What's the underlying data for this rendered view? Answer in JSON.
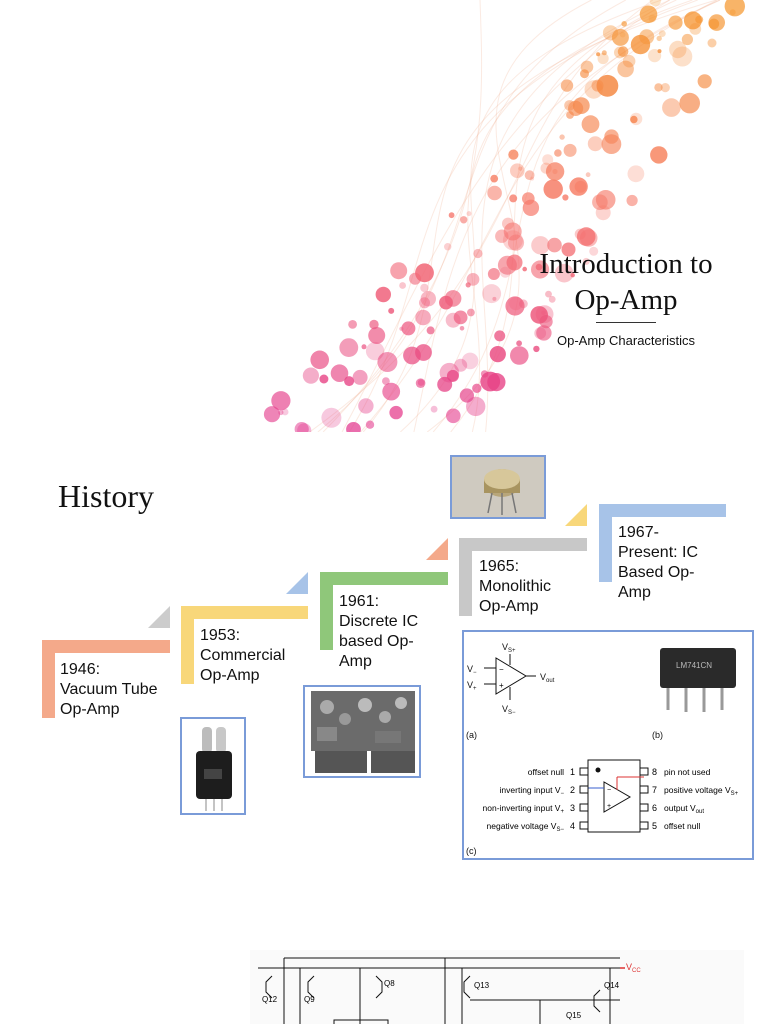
{
  "title_slide": {
    "title_line1": "Introduction to",
    "title_line2": "Op-Amp",
    "subtitle": "Op-Amp Characteristics"
  },
  "history_slide": {
    "heading": "History",
    "timeline": [
      {
        "year": "1946:",
        "desc": "Vacuum Tube Op-Amp",
        "color": "#f4a98a"
      },
      {
        "year": "1953:",
        "desc": "Commercial Op-Amp",
        "color": "#f8d77a"
      },
      {
        "year": "1961:",
        "desc": "Discrete IC based Op-Amp",
        "color": "#8fc77a"
      },
      {
        "year": "1965:",
        "desc": "Monolithic Op-Amp",
        "color": "#c8c8c8"
      },
      {
        "year": "1967-",
        "desc": "Present: IC Based Op-Amp",
        "color": "#a7c3e8"
      }
    ],
    "symbol_panel": {
      "vsp": "V",
      "vsp_sub": "S+",
      "vsm": "V",
      "vsm_sub": "S−",
      "vm": "V",
      "vm_sub": "−",
      "vp": "V",
      "vp_sub": "+",
      "vout": "V",
      "vout_sub": "out",
      "label_a": "(a)",
      "label_b": "(b)",
      "label_c": "(c)",
      "chip_text": "LM741CN"
    },
    "pinout": {
      "left": [
        {
          "label": "offset null",
          "num": "1"
        },
        {
          "label": "inverting input V",
          "sub": "−",
          "num": "2"
        },
        {
          "label": "non-inverting input V",
          "sub": "+",
          "num": "3"
        },
        {
          "label": "negative voltage V",
          "sub": "S−",
          "num": "4"
        }
      ],
      "right": [
        {
          "label": "pin not used",
          "num": "8"
        },
        {
          "label": "positive voltage V",
          "sub": "S+",
          "num": "7"
        },
        {
          "label": "output V",
          "sub": "out",
          "num": "6"
        },
        {
          "label": "offset null",
          "num": "5"
        }
      ]
    }
  },
  "schematic_slide": {
    "vcc": "V",
    "vcc_sub": "CC",
    "transistors": [
      "Q12",
      "Q9",
      "Q8",
      "Q13",
      "Q14",
      "Q15"
    ]
  }
}
